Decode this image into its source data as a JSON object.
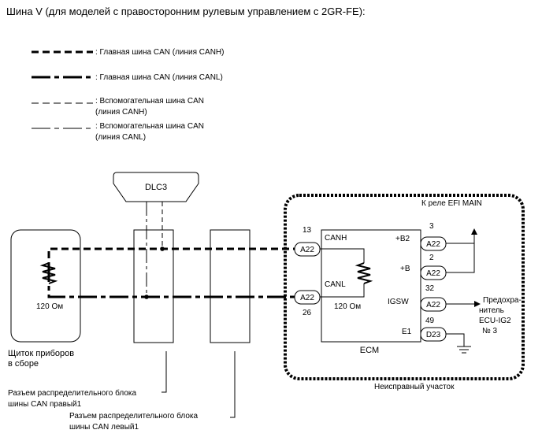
{
  "title": "Шина V (для моделей с правосторонним рулевым управлением с 2GR-FE):",
  "legend": [
    {
      "line1": ": Главная шина CAN (линия CANH)",
      "line2": ""
    },
    {
      "line1": ": Главная шина CAN (линия CANL)",
      "line2": ""
    },
    {
      "line1": ": Вспомогательная шина CAN",
      "line2": "(линия CANH)"
    },
    {
      "line1": ": Вспомогательная шина CAN",
      "line2": "(линия CANL)"
    }
  ],
  "dlc3": "DLC3",
  "cluster": {
    "resistor": "120 Ом",
    "label1": "Щиток приборов",
    "label2": "в сборе"
  },
  "junction_right": {
    "line1": "Разъем распределительного блока",
    "line2": "шины CAN правый1"
  },
  "junction_left": {
    "line1": "Разъем распределительного блока",
    "line2": "шины CAN левый1"
  },
  "ecm_area": {
    "relay_label": "К реле EFI MAIN",
    "faulty_label": "Неисправный участок",
    "ecm": "ECM",
    "canh": "CANH",
    "canl": "CANL",
    "resistor": "120 Ом",
    "pins": {
      "b2": "+B2",
      "b": "+B",
      "igsw": "IGSW",
      "e1": "E1"
    },
    "connectors": {
      "a22": "A22",
      "d23": "D23"
    },
    "pin_numbers": {
      "canh": "13",
      "canl": "26",
      "b2": "3",
      "b": "2",
      "igsw": "32",
      "e1": "49"
    },
    "fuse": {
      "line1": "Предохра-",
      "line2": "нитель",
      "line3": "ECU-IG2",
      "line4": "№ 3"
    }
  }
}
